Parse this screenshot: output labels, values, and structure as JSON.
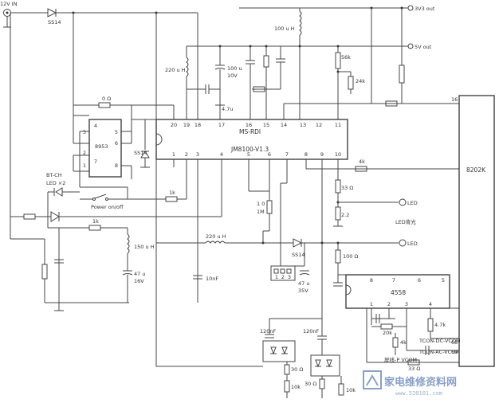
{
  "labels": {
    "in12v": "12V IN",
    "d_ss14_top": "SS14",
    "out_3v3": "3V3 out",
    "out_5v": "5V out",
    "l_100uh": "100 u H",
    "l_220uh_top": "220 u H",
    "c_100u": "100 u",
    "c_10v": "10V",
    "c_4_7u": "4.7u",
    "r_56k": "56k",
    "r_24k": "24k",
    "r_0ohm": "0 Ω",
    "ic_8953": "8953",
    "d_ss14_mid": "SS14",
    "chip_line1": "MS-RDI",
    "chip_line2": "JM8100-V1.3",
    "chip_right": "8202K",
    "pin16_right": "16",
    "btn_power": "Power on/off",
    "r_1k": "1k",
    "r_4k_a": "4k",
    "r_33ohm_a": "33 Ω",
    "r_2_2": "2.2",
    "led_1": "LED",
    "led_backlight": "LED背光",
    "bt_ch": "BT-CH",
    "led_x2": "LED ×2",
    "r_1k_left": "1k",
    "r_10_top": "1 0",
    "r_1m": "1M",
    "l_220uh_mid": "220 u H",
    "d_ss14_bot": "SS14",
    "led_2": "LED",
    "l_150uh": "150 u H",
    "c_47u": "47 u",
    "c_16v": "16V",
    "c_10nf": "10nF",
    "c_47u_35": "47 u",
    "c_35v": "35V",
    "r_100ohm": "100 Ω",
    "ic_4558": "4558",
    "r_20k": "20k",
    "r_4k_b": "4k",
    "r_4_7k": "4.7k",
    "r_33ohm_b": "33 Ω",
    "c_120nf_a": "120nF",
    "c_120nf_b": "120nF",
    "r_30ohm_a": "30 Ω",
    "r_10k_a": "10k",
    "r_30ohm_b": "30 Ω",
    "r_10k_b": "10k",
    "net_dc_vcom": "TCON-DC-VCOM",
    "net_ac_vcom": "TCON-AC-VCOM",
    "net_p_vcom": "屏线-P VCOM",
    "pin_68": "68",
    "pin_69": "69",
    "watermark_cn": "家电维修资料网",
    "watermark_url": "www.520101.com"
  },
  "chip_pins_top": [
    "20",
    "19",
    "18",
    "17",
    "16",
    "15",
    "14",
    "13",
    "12",
    "11"
  ],
  "chip_pins_bottom": [
    "1",
    "2",
    "3",
    "4",
    "5",
    "6",
    "7",
    "8",
    "9",
    "10"
  ],
  "ic8953_pins_left": [
    "3",
    "2",
    "1"
  ],
  "ic8953_pins_right": [
    "5",
    "6",
    "8"
  ],
  "ic8953_pin_top": "4",
  "ic8953_pin_mid": "7",
  "ic4558_pins_top": [
    "8",
    "7",
    "6",
    "5"
  ],
  "ic4558_pins_bottom": [
    "1",
    "2",
    "3",
    "4"
  ],
  "header_pins": [
    "1",
    "2",
    "3"
  ]
}
